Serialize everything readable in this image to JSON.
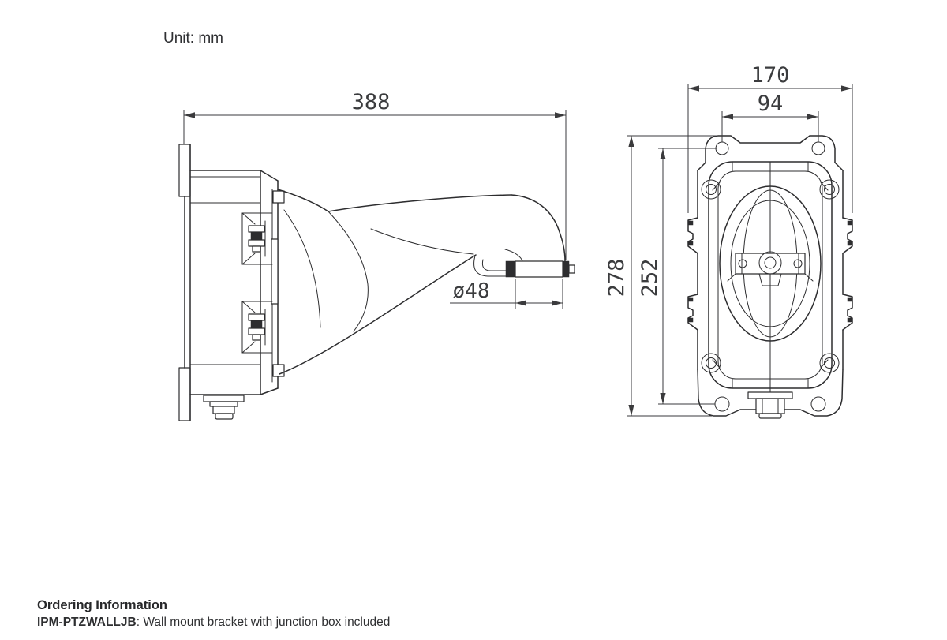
{
  "page": {
    "unit_label": "Unit: mm"
  },
  "drawing": {
    "colors": {
      "line": "#2d2d2f",
      "text": "#3b3c3e"
    },
    "dimensions": {
      "side_width": "388",
      "tube_diameter": "ø48",
      "front_width": "170",
      "hole_spacing_horizontal": "94",
      "front_height": "278",
      "hole_spacing_vertical": "252"
    }
  },
  "ordering": {
    "heading": "Ordering Information",
    "model": "IPM-PTZWALLJB",
    "description": ": Wall mount bracket with junction box included"
  }
}
